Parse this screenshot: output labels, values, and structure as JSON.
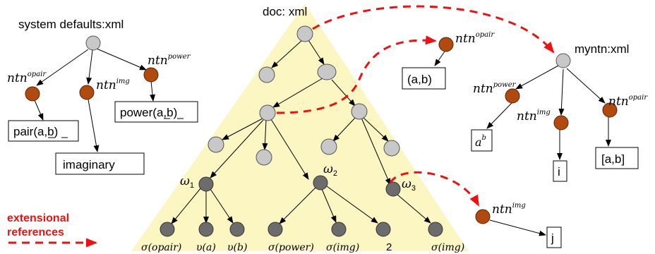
{
  "labels": {
    "system_defaults": "system defaults:xml",
    "doc": "doc: xml",
    "myntn": "myntn:xml",
    "legend_line1": "extensional",
    "legend_line2": "references"
  },
  "notation": {
    "ntn": "ntn",
    "opair": "opair",
    "img": "img",
    "power": "power"
  },
  "boxes": {
    "pair": "pair(a,b)",
    "power": "power(a,b)",
    "imaginary": "imaginary",
    "ab_paren": "(a,b)",
    "a": "a",
    "b": "b",
    "i": "i",
    "ab_bracket": "[a,b]",
    "j": "j"
  },
  "omega": {
    "symbol": "ω",
    "one": "1",
    "two": "2",
    "three": "3"
  },
  "leaves": {
    "sigma": "σ",
    "upsilon": "υ",
    "opair": "(opair)",
    "a": "(a)",
    "b": "(b)",
    "power": "(power)",
    "img": "(img)",
    "two": "2"
  },
  "colors": {
    "triangle": "#fbf6c2",
    "extensional": "#ee1111",
    "node_light": "#c8c8c8",
    "node_dark": "#6c6c6c",
    "node_brown": "#b04a0e"
  }
}
